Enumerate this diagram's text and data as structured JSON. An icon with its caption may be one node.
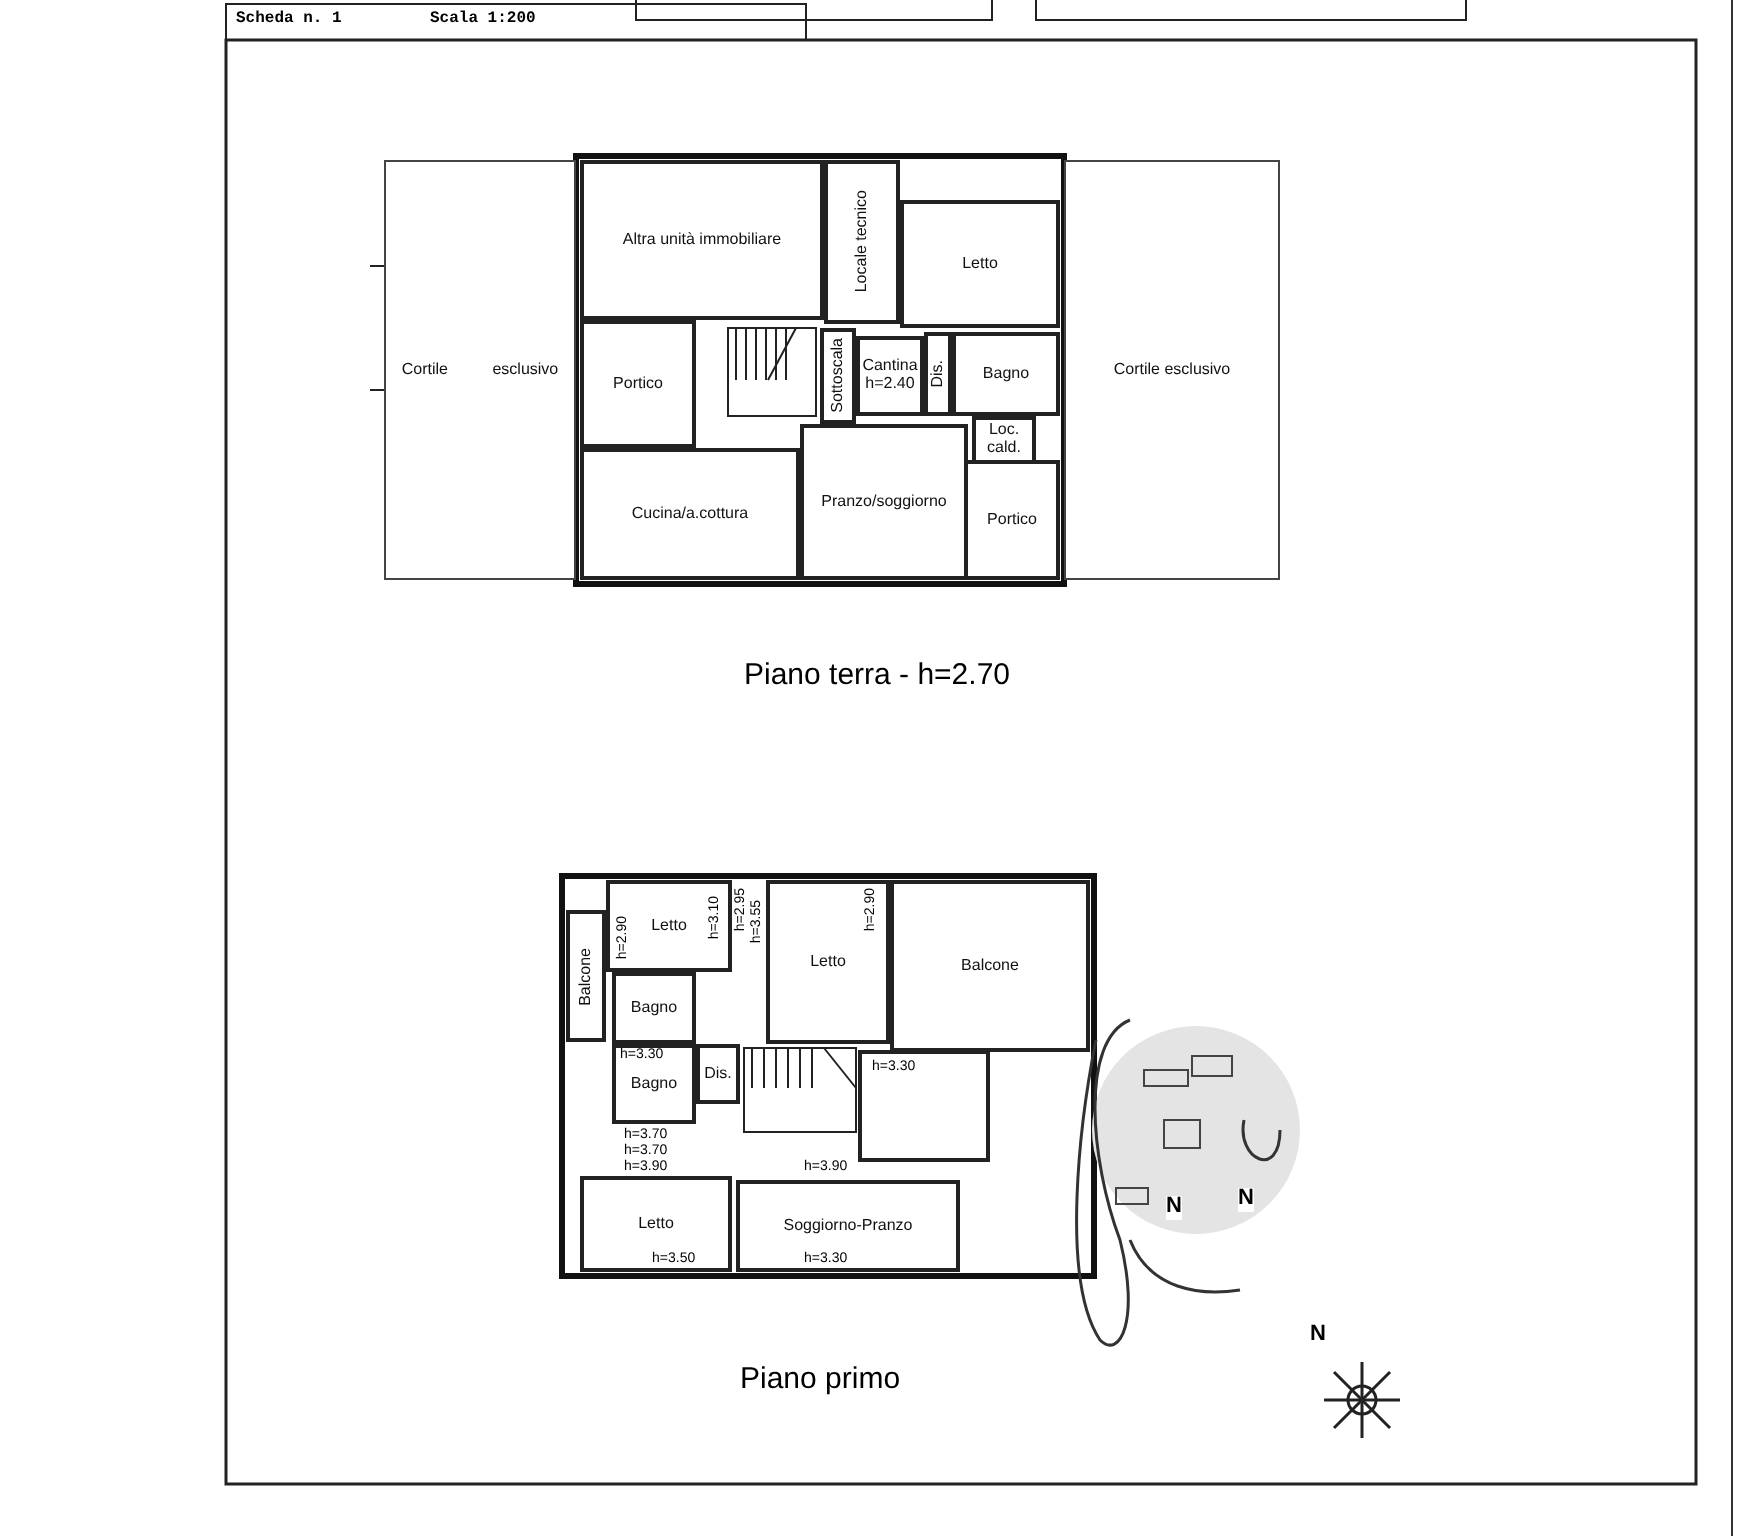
{
  "diagram": {
    "nodes": [
      {
        "text": [
          "Cortile esclusivo"
        ]
      },
      {
        "text": [
          "Altra unità immobiliare"
        ]
      },
      {
        "text": [
          "Locale tecnico"
        ]
      },
      {
        "text": [
          "Letto"
        ]
      },
      {
        "text": [
          "Portico"
        ]
      },
      {
        "text": [
          "Sottoscala"
        ]
      },
      {
        "text": [
          "Cantina",
          "h=2.40"
        ]
      },
      {
        "text": [
          "Dis."
        ]
      },
      {
        "text": [
          "Bagno"
        ]
      },
      {
        "text": [
          "Loc. cald."
        ]
      },
      {
        "text": [
          "Cucina/a.cottura"
        ]
      },
      {
        "text": [
          "Pranzo/soggiorno"
        ]
      },
      {
        "text": [
          "Portico"
        ]
      },
      {
        "text": [
          "Cortile esclusivo"
        ]
      },
      {
        "text": [
          "Balcone"
        ]
      },
      {
        "text": [
          "Letto"
        ]
      },
      {
        "text": [
          "Letto"
        ]
      },
      {
        "text": [
          "Balcone"
        ]
      },
      {
        "text": [
          "Bagno"
        ]
      },
      {
        "text": [
          "Dis."
        ]
      },
      {
        "text": [
          "Bagno"
        ]
      },
      {
        "text": [
          "Letto"
        ]
      },
      {
        "text": [
          "Soggiorno-Pranzo"
        ]
      }
    ],
    "labels": [
      "Scheda n. 1",
      "Scala 1:200",
      "Piano terra - h=2.70",
      "h=2.90",
      "h=3.10",
      "h=2.95",
      "h=3.55",
      "h=2.90",
      "h=3.30",
      "h=3.30",
      "N",
      "N",
      "h=3.70",
      "h=3.70",
      "h=3.90",
      "h=3.90",
      "h=3.50",
      "h=3.30",
      "N",
      "Piano primo"
    ]
  }
}
